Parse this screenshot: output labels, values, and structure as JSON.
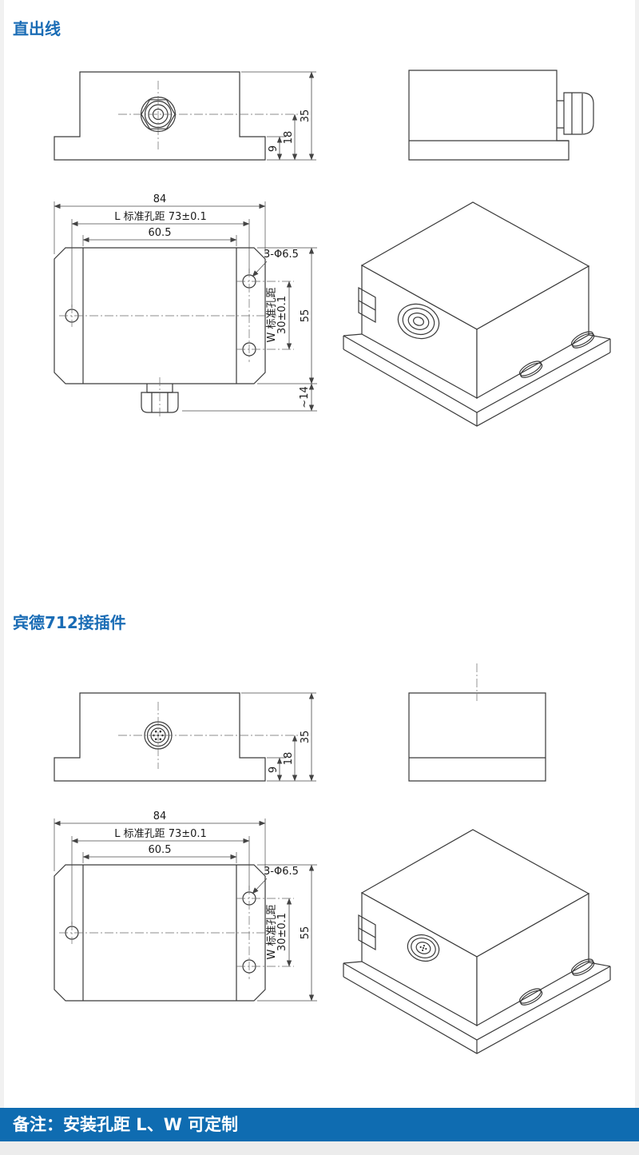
{
  "titles": {
    "section1": "直出线",
    "section2": "宾德712接插件"
  },
  "footer": {
    "note": "备注：安装孔距 L、W 可定制"
  },
  "dims": {
    "total_height": "35",
    "center_height": "18",
    "flange_height": "9",
    "overall_width": "84",
    "hole_pitch_l": "L 标准孔距 73±0.1",
    "body_width": "60.5",
    "hole_spec": "3-Φ6.5",
    "hole_pitch_w_label": "W 标准孔距",
    "hole_pitch_w_value": "30±0.1",
    "overall_depth": "55",
    "gland_protrusion": "~14"
  },
  "colors": {
    "accent": "#1a6cb5",
    "footer_bg": "#0f6cb1",
    "line": "#3a3a3a"
  }
}
